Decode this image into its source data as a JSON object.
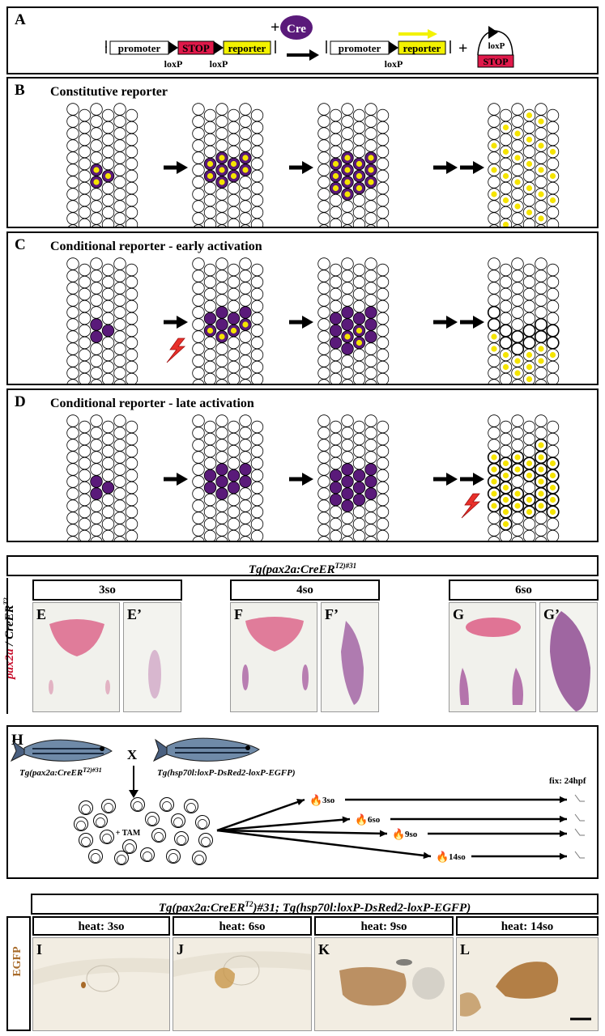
{
  "panelA": {
    "label": "A",
    "promoter": "promoter",
    "stop": "STOP",
    "reporter": "reporter",
    "loxp": "loxP",
    "cre": "Cre",
    "plus": "+"
  },
  "panelB": {
    "label": "B",
    "title": "Constitutive reporter"
  },
  "panelC": {
    "label": "C",
    "title": "Conditional reporter - early activation"
  },
  "panelD": {
    "label": "D",
    "title": "Conditional reporter - late activation"
  },
  "panelEFG": {
    "header": "Tg(pax2a:CreER",
    "header_sup": "T2",
    "header_sup2": ")#31",
    "stage_3": "3so",
    "stage_4": "4so",
    "stage_6": "6so",
    "side_label_red": "pax2a",
    "side_label_black": " / CreER",
    "side_sup": "T2",
    "labels": [
      "E",
      "E’",
      "F",
      "F’",
      "G",
      "G’"
    ]
  },
  "panelH": {
    "label": "H",
    "cross": "X",
    "fish1": "Tg(pax2a:CreER",
    "fish1_sup": "T2",
    "fish1_end": ")#31",
    "fish2": "Tg(hsp70l:loxP-DsRed2-loxP-EGFP)",
    "tam": "+ TAM",
    "fix": "fix: 24hpf",
    "heat": [
      "3so",
      "6so",
      "9so",
      "14so"
    ]
  },
  "panelIL": {
    "header": "Tg(pax2a:CreER",
    "header_sup": "T2",
    "header_end": ")#31; Tg(hsp70l:loxP-DsRed2-loxP-EGFP)",
    "side_label": "EGFP",
    "heat_labels": [
      "heat: 3so",
      "heat: 6so",
      "heat: 9so",
      "heat: 14so"
    ],
    "labels": [
      "I",
      "J",
      "K",
      "L"
    ]
  },
  "colors": {
    "purple": "#5a1a7a",
    "yellow": "#f5e400",
    "stop_red": "#e0194a",
    "reporter_yellow": "#f3f200",
    "pink": "#d94a78",
    "brown": "#a86b2a"
  }
}
